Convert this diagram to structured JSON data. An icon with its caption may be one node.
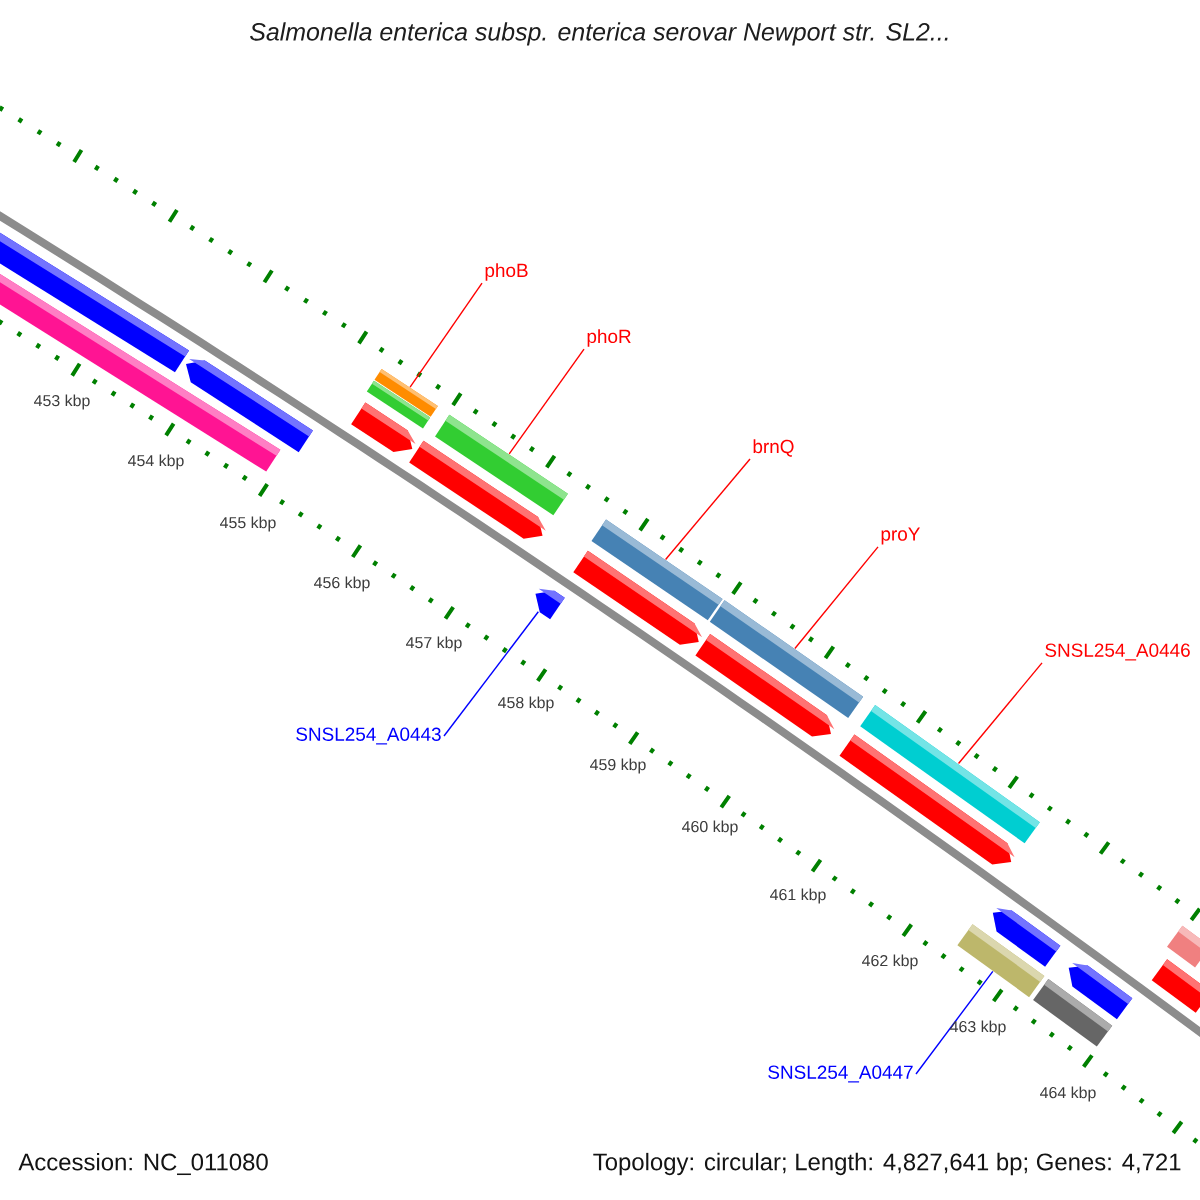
{
  "diagram": {
    "title": "Salmonella enterica subsp. enterica serovar Newport str. SL2...",
    "nodes": [
      {
        "text": [
          "phoB"
        ]
      },
      {
        "text": [
          "phoR"
        ]
      },
      {
        "text": [
          "brnQ"
        ]
      },
      {
        "text": [
          "proY"
        ]
      },
      {
        "text": [
          "SNSL254_A0446"
        ]
      },
      {
        "text": [
          "SNSL254_A0443"
        ]
      },
      {
        "text": [
          "SNSL254_A0447"
        ]
      },
      {
        "text": [],
        "shape": "bar"
      },
      {
        "text": [],
        "shape": "bar"
      },
      {
        "text": [],
        "shape": "pentagon"
      },
      {
        "text": [],
        "shape": "bar"
      },
      {
        "text": [],
        "shape": "bar"
      },
      {
        "text": [],
        "shape": "pentagon"
      },
      {
        "text": [],
        "shape": "pentagon"
      },
      {
        "text": [],
        "shape": "bar"
      },
      {
        "text": [],
        "shape": "pentagon"
      },
      {
        "text": [],
        "shape": "bar"
      },
      {
        "text": [],
        "shape": "pentagon"
      },
      {
        "text": [],
        "shape": "bar"
      },
      {
        "text": [],
        "shape": "pentagon"
      },
      {
        "text": [],
        "shape": "bar"
      },
      {
        "text": [],
        "shape": "pentagon"
      },
      {
        "text": [],
        "shape": "bar"
      },
      {
        "text": [],
        "shape": "pentagon"
      },
      {
        "text": [],
        "shape": "bar"
      },
      {
        "text": [],
        "shape": "pentagon"
      },
      {
        "text": [],
        "shape": "bar"
      },
      {
        "text": [],
        "shape": "bar"
      }
    ],
    "edges": [
      {
        "from": 0,
        "to": 10,
        "arrow": "none"
      },
      {
        "from": 1,
        "to": 14,
        "arrow": "none"
      },
      {
        "from": 2,
        "to": 16,
        "arrow": "none"
      },
      {
        "from": 3,
        "to": 18,
        "arrow": "none"
      },
      {
        "from": 4,
        "to": 20,
        "arrow": "none"
      },
      {
        "from": 5,
        "to": 15,
        "arrow": "none",
        "color": "#0000ff"
      },
      {
        "from": 6,
        "to": 22,
        "arrow": "none",
        "color": "#0000ff"
      }
    ],
    "labels": [
      "453 kbp",
      "454 kbp",
      "455 kbp",
      "456 kbp",
      "457 kbp",
      "458 kbp",
      "459 kbp",
      "460 kbp",
      "461 kbp",
      "462 kbp",
      "463 kbp",
      "464 kbp",
      "Accession: NC_011080",
      "Topology: circular; Length: 4,827,641 bp; Genes: 4,721"
    ]
  }
}
